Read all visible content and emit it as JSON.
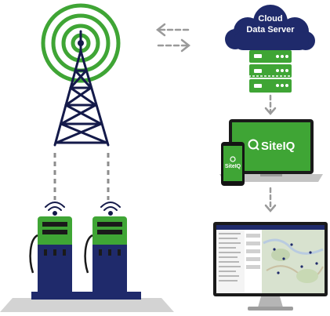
{
  "cloud": {
    "line1": "Cloud",
    "line2": "Data Server"
  },
  "laptop": {
    "brand": "SiteIQ"
  },
  "phone": {
    "brand": "SiteIQ"
  },
  "colors": {
    "green": "#3fa535",
    "dark_green": "#2d7a28",
    "navy": "#1f2a6b",
    "tower": "#141a4a",
    "gray": "#8d8d8d",
    "dark_gray": "#4a4a4a"
  }
}
